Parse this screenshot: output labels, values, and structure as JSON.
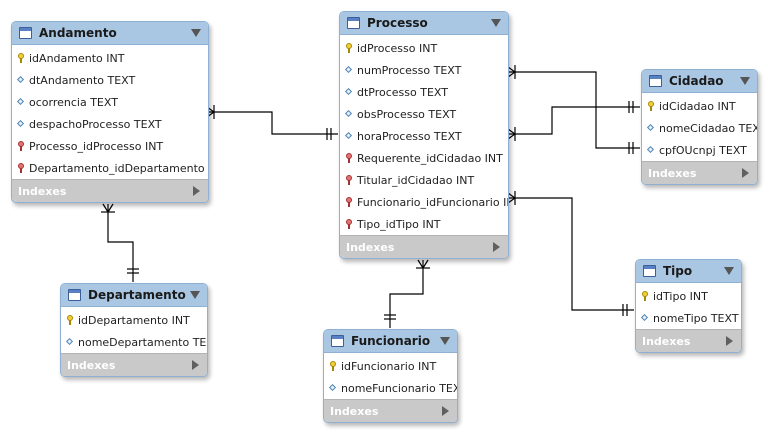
{
  "tables": {
    "andamento": {
      "title": "Andamento",
      "columns": [
        {
          "text": "idAndamento INT",
          "key": "pk"
        },
        {
          "text": "dtAndamento TEXT",
          "key": "attr"
        },
        {
          "text": "ocorrencia TEXT",
          "key": "attr"
        },
        {
          "text": "despachoProcesso TEXT",
          "key": "attr"
        },
        {
          "text": "Processo_idProcesso INT",
          "key": "fk"
        },
        {
          "text": "Departamento_idDepartamento INT",
          "key": "fk"
        }
      ],
      "footer": "Indexes"
    },
    "processo": {
      "title": "Processo",
      "columns": [
        {
          "text": "idProcesso INT",
          "key": "pk"
        },
        {
          "text": "numProcesso TEXT",
          "key": "attr"
        },
        {
          "text": "dtProcesso TEXT",
          "key": "attr"
        },
        {
          "text": "obsProcesso TEXT",
          "key": "attr"
        },
        {
          "text": "horaProcesso TEXT",
          "key": "attr"
        },
        {
          "text": "Requerente_idCidadao INT",
          "key": "fk"
        },
        {
          "text": "Titular_idCidadao INT",
          "key": "fk"
        },
        {
          "text": "Funcionario_idFuncionario INT",
          "key": "fk"
        },
        {
          "text": "Tipo_idTipo INT",
          "key": "fk"
        }
      ],
      "footer": "Indexes"
    },
    "cidadao": {
      "title": "Cidadao",
      "columns": [
        {
          "text": "idCidadao INT",
          "key": "pk"
        },
        {
          "text": "nomeCidadao TEXT",
          "key": "attr"
        },
        {
          "text": "cpfOUcnpj TEXT",
          "key": "attr"
        }
      ],
      "footer": "Indexes"
    },
    "departamento": {
      "title": "Departamento",
      "columns": [
        {
          "text": "idDepartamento INT",
          "key": "pk"
        },
        {
          "text": "nomeDepartamento TEXT",
          "key": "attr"
        }
      ],
      "footer": "Indexes"
    },
    "tipo": {
      "title": "Tipo",
      "columns": [
        {
          "text": "idTipo INT",
          "key": "pk"
        },
        {
          "text": "nomeTipo TEXT",
          "key": "attr"
        }
      ],
      "footer": "Indexes"
    },
    "funcionario": {
      "title": "Funcionario",
      "columns": [
        {
          "text": "idFuncionario INT",
          "key": "pk"
        },
        {
          "text": "nomeFuncionario TEXT",
          "key": "attr"
        }
      ],
      "footer": "Indexes"
    }
  },
  "icons": {
    "table": "table-icon",
    "pk": "primary-key-icon",
    "fk": "foreign-key-icon",
    "attr": "column-diamond-icon",
    "menu": "chevron-down-icon",
    "expand": "triangle-right-icon"
  },
  "colors": {
    "header": "#a9c6e2",
    "border": "#8fb0d3",
    "footer": "#c9c9c9",
    "connector": "#000000"
  }
}
